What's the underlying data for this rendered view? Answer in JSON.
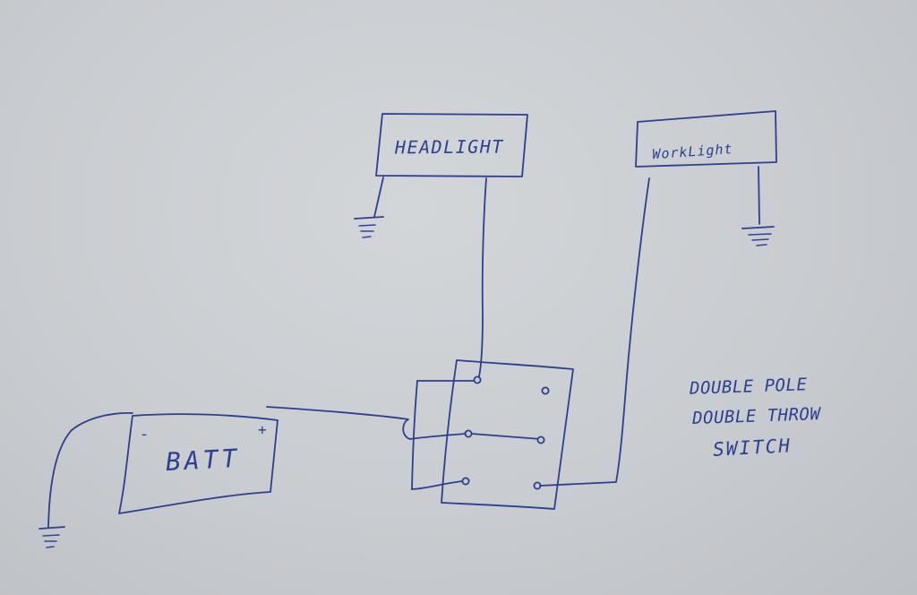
{
  "diagram": {
    "components": {
      "headlight": {
        "label": "HEADLIGHT"
      },
      "worklight": {
        "label": "WorkLight"
      },
      "battery": {
        "label": "BATT",
        "negative_sign": "-",
        "positive_sign": "+"
      }
    },
    "note": {
      "lines": [
        "DOUBLE POLE",
        "DOUBLE THROW",
        "SWITCH"
      ]
    }
  },
  "colors": {
    "ink": "#2d3f8e",
    "paper": "#c9ccd0"
  }
}
